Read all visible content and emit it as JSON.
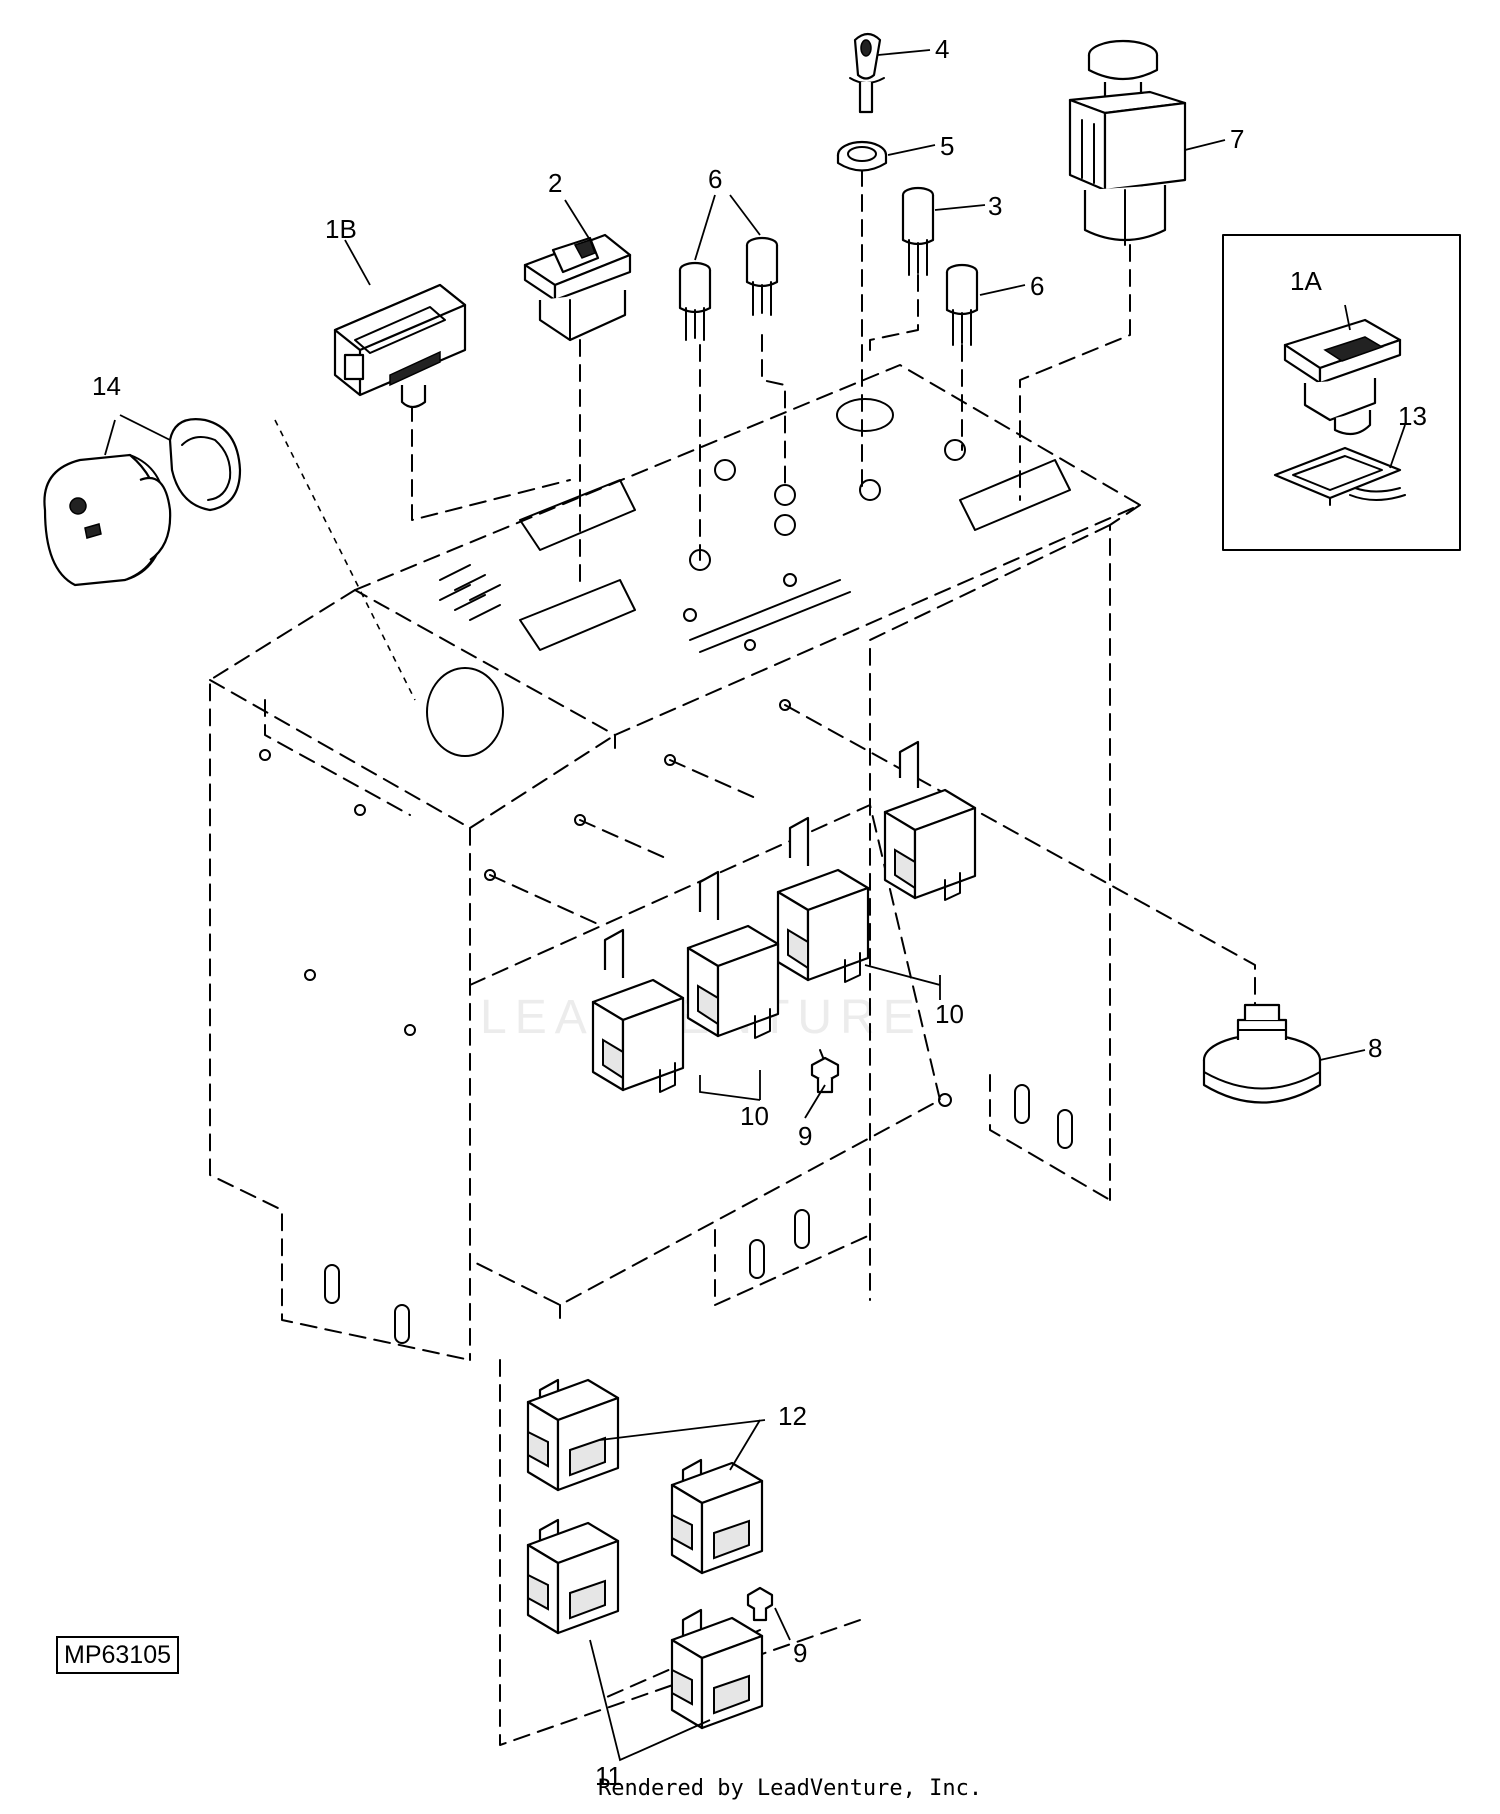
{
  "figure_id": "MP63105",
  "footer": "Rendered by LeadVenture, Inc.",
  "watermark": "LEADVENTURE",
  "callouts": {
    "c1B": "1B",
    "c1A": "1A",
    "c2": "2",
    "c3": "3",
    "c4": "4",
    "c5": "5",
    "c6a": "6",
    "c6b": "6",
    "c7": "7",
    "c8": "8",
    "c9a": "9",
    "c9b": "9",
    "c10a": "10",
    "c10b": "10",
    "c11": "11",
    "c12": "12",
    "c13": "13",
    "c14": "14"
  }
}
